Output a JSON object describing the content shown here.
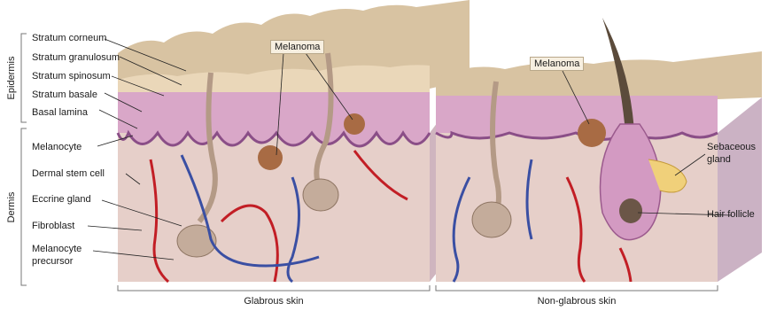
{
  "left_labels": [
    "Stratum corneum",
    "Stratum granulosum",
    "Stratum spinosum",
    "Stratum basale",
    "Basal lamina",
    "Melanocyte",
    "Dermal stem cell",
    "Eccrine gland",
    "Fibroblast"
  ],
  "melanocyte_precursor": [
    "Melanocyte",
    "precursor"
  ],
  "side_labels": {
    "epidermis": "Epidermis",
    "dermis": "Dermis"
  },
  "callouts": {
    "melanoma_left": "Melanoma",
    "melanoma_right": "Melanoma"
  },
  "right_labels": {
    "sebaceous": [
      "Sebaceous",
      "gland"
    ],
    "hair_follicle": "Hair follicle"
  },
  "captions": {
    "glabrous": "Glabrous skin",
    "non_glabrous": "Non-glabrous skin"
  },
  "colors": {
    "corneum": "#d8c3a2",
    "epidermis": "#d9a7c8",
    "basal": "#8a4e87",
    "dermis": "#e6cfc9",
    "side": "#cbb2c4",
    "artery": "#c21e25",
    "vein": "#3a4fa3"
  }
}
